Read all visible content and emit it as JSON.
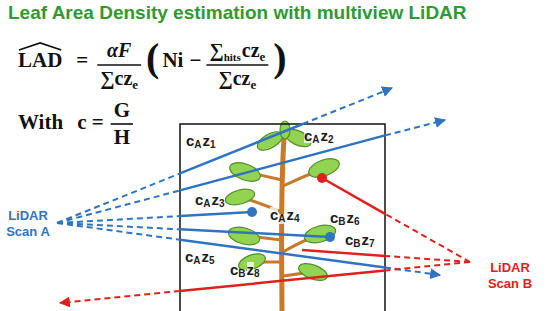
{
  "diagram": {
    "title": "Leaf Area Density estimation with multiview LiDAR",
    "labels": [
      "LAD",
      "=",
      "αF",
      "∑cz",
      "e",
      "(",
      "Ni",
      "−",
      "∑",
      "hits",
      "cz",
      "e",
      "∑cz",
      "e",
      ")",
      "With",
      "c =",
      "G",
      "H",
      "LiDAR Scan A",
      "LiDAR Scan B",
      "c",
      "A",
      "z",
      "1",
      "c",
      "A",
      "z",
      "2",
      "c",
      "A",
      "z",
      "3",
      "c",
      "A",
      "z",
      "4",
      "c",
      "A",
      "z",
      "5",
      "c",
      "B",
      "z",
      "6",
      "c",
      "B",
      "z",
      "7",
      "c",
      "B",
      "z",
      "8"
    ]
  }
}
